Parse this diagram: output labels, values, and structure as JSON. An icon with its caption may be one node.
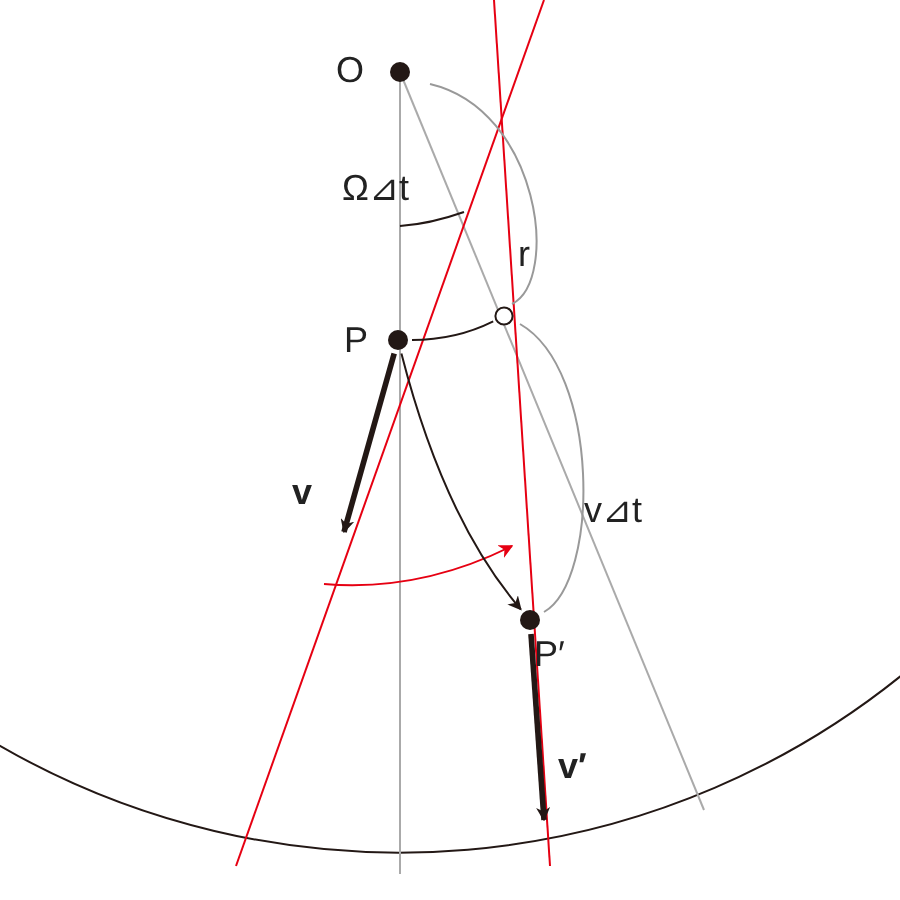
{
  "diagram": {
    "nodes": [
      {
        "text": [
          "O"
        ]
      },
      {
        "text": [
          "P"
        ]
      },
      {
        "text": [],
        "shape": "circle"
      },
      {
        "text": [
          "P′"
        ]
      }
    ],
    "edges": [
      {
        "from": 1,
        "to": 3,
        "arrow": "to"
      },
      {
        "from": 1,
        "to": null,
        "arrow": "to",
        "label": "v",
        "style": "thick"
      },
      {
        "from": 3,
        "to": null,
        "arrow": "to",
        "label": "v′",
        "style": "thick"
      },
      {
        "from": 1,
        "to": 2,
        "arrow": "none"
      }
    ],
    "labels": [
      "Ω⊿t",
      "r",
      "v⊿t"
    ]
  }
}
